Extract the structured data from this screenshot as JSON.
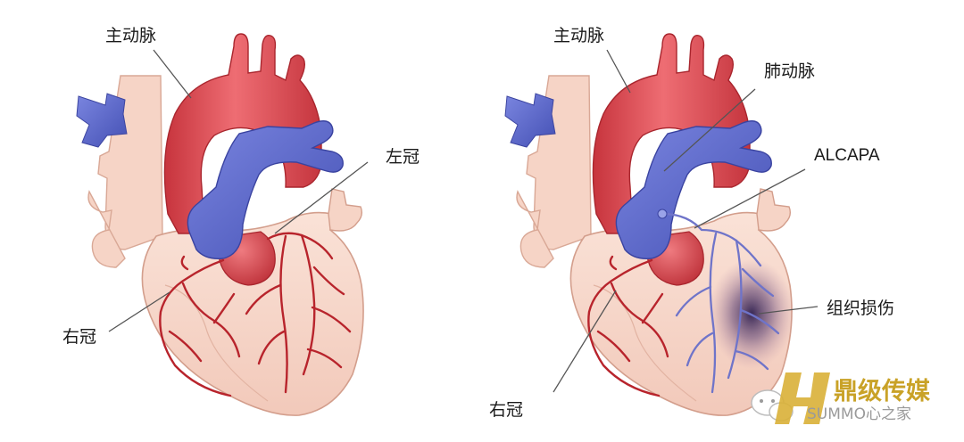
{
  "left_panel": {
    "labels": {
      "aorta": "主动脉",
      "left_coronary": "左冠",
      "right_coronary": "右冠"
    }
  },
  "right_panel": {
    "labels": {
      "aorta": "主动脉",
      "pulmonary_artery": "肺动脉",
      "alcapa": "ALCAPA",
      "tissue_damage": "组织损伤",
      "right_coronary": "右冠"
    }
  },
  "watermark": {
    "brand": "鼎级传媒",
    "sub": "SUMMO心之家"
  },
  "colors": {
    "aorta": "#d94a52",
    "pulmonary": "#5864c8",
    "venous": "#4f5cc0",
    "heart_skin": "#f7d5c8",
    "coronary_artery": "#b8242c",
    "anomalous_vessel": "#6f74c9",
    "ischemia": "#3a2a5a",
    "watermark_gold": "#c9a227"
  }
}
